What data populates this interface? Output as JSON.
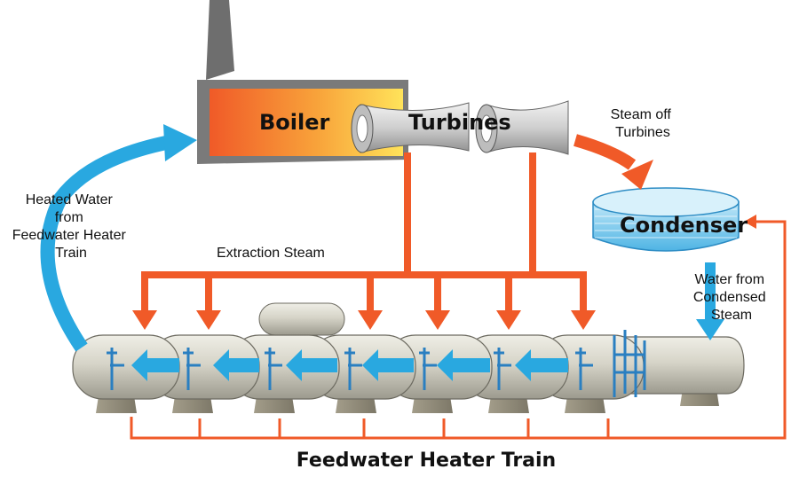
{
  "labels": {
    "boiler": "Boiler",
    "turbines": "Turbines",
    "condenser": "Condenser",
    "steam_off_turbines": [
      "Steam off",
      "Turbines"
    ],
    "extraction_steam": "Extraction Steam",
    "water_from_condensed_steam": [
      "Water from",
      "Condensed",
      "Steam"
    ],
    "heated_water": [
      "Heated Water",
      "from",
      "Feedwater Heater",
      "Train"
    ],
    "feedwater_heater_train": "Feedwater Heater Train"
  },
  "colors": {
    "steam_arrow": "#f05a28",
    "water_arrow": "#29a8e0",
    "condenser": "#6ec6ee",
    "heater_shell": "#d6d4c8",
    "stack": "#7a7a7a",
    "boiler_gradient": [
      "#f05a28",
      "#f8a23a",
      "#ffe35a"
    ],
    "piping": "#2a7fc1"
  },
  "heater_count": 8
}
